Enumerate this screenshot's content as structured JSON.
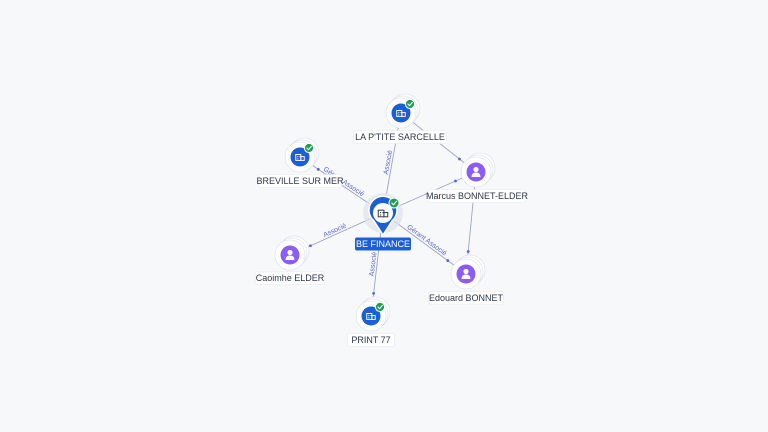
{
  "graph": {
    "center": {
      "id": "be-finance",
      "label": "BE FINANCE",
      "type": "company",
      "verified": true
    },
    "nodes": [
      {
        "id": "la-ptite-sarcelle",
        "label": "LA P'TITE SARCELLE",
        "type": "company",
        "verified": true
      },
      {
        "id": "breville-sur-mer",
        "label": "BREVILLE SUR MER",
        "type": "company",
        "verified": true
      },
      {
        "id": "marcus-bonnet-elder",
        "label": "Marcus BONNET-ELDER",
        "type": "person",
        "verified": false
      },
      {
        "id": "caoimhe-elder",
        "label": "Caoimhe ELDER",
        "type": "person",
        "verified": false
      },
      {
        "id": "edouard-bonnet",
        "label": "Edouard BONNET",
        "type": "person",
        "verified": false
      },
      {
        "id": "print-77",
        "label": "PRINT 77",
        "type": "company",
        "verified": true
      }
    ],
    "edges": [
      {
        "from": "be-finance",
        "to": "la-ptite-sarcelle",
        "label": "Associé"
      },
      {
        "from": "be-finance",
        "to": "breville-sur-mer",
        "label": "Gérant Associé"
      },
      {
        "from": "be-finance",
        "to": "marcus-bonnet-elder",
        "label": ""
      },
      {
        "from": "be-finance",
        "to": "caoimhe-elder",
        "label": "Associé"
      },
      {
        "from": "be-finance",
        "to": "edouard-bonnet",
        "label": "Gérant Associé"
      },
      {
        "from": "be-finance",
        "to": "print-77",
        "label": "Associé"
      },
      {
        "from": "la-ptite-sarcelle",
        "to": "marcus-bonnet-elder",
        "label": ""
      },
      {
        "from": "marcus-bonnet-elder",
        "to": "edouard-bonnet",
        "label": ""
      }
    ]
  },
  "colors": {
    "company": "#1a5fd6",
    "person": "#8b5cf6",
    "verified": "#1e9e52",
    "edge": "#9aa3c7",
    "edge_label": "#5a67d8",
    "center_label_bg": "#1a5fd6"
  },
  "icons": {
    "company": "building-icon",
    "person": "person-icon",
    "verified": "check-icon"
  }
}
